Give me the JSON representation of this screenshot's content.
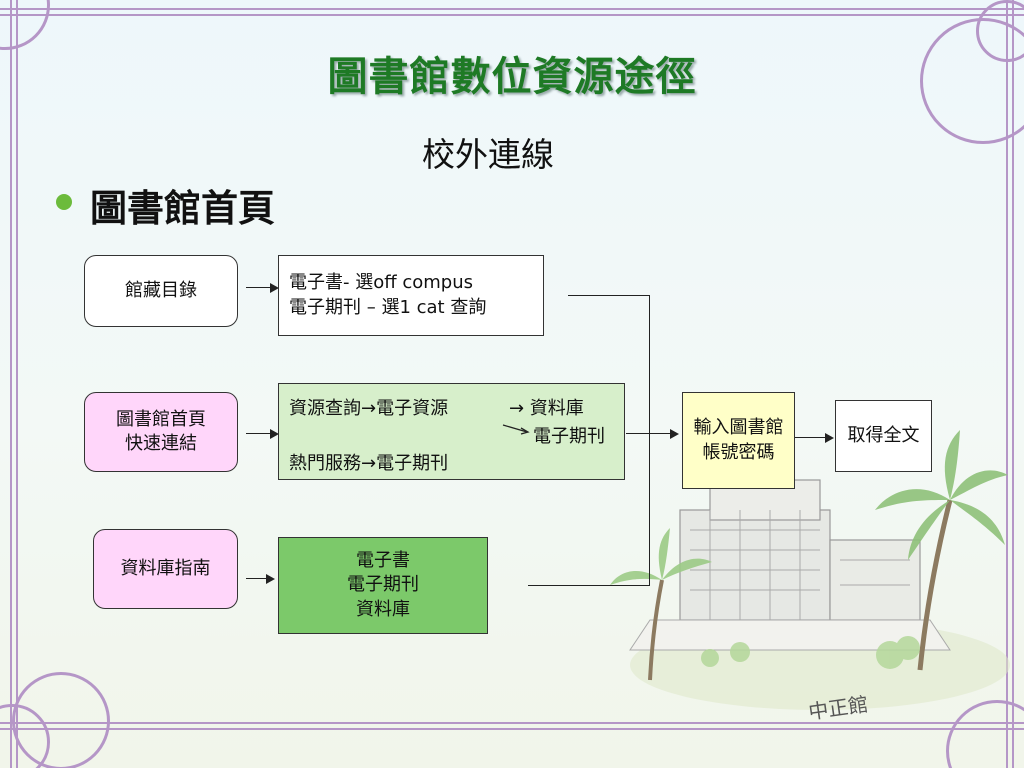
{
  "slide": {
    "title": "圖書館數位資源途徑",
    "subtitle": "校外連線",
    "bullet": "圖書館首頁"
  },
  "sources": {
    "catalog": "館藏目錄",
    "quick_links": [
      "圖書館首頁",
      "快速連結"
    ],
    "db_guide": "資料庫指南"
  },
  "middle": {
    "catalog_box": [
      "電子書- 選off compus",
      "電子期刊 – 選1 cat 查詢"
    ],
    "quick_box": {
      "line1_left": "資源查詢→電子資源",
      "line1_right": "→ 資料庫",
      "line2": "電子期刊",
      "line3": "熱門服務→電子期刊"
    },
    "guide_box": [
      "電子書",
      "電子期刊",
      "資料庫"
    ]
  },
  "login": [
    "輸入圖書館",
    "帳號密碼"
  ],
  "result": "取得全文",
  "image_caption": "中正館",
  "colors": {
    "title": "#1e7a25",
    "quick_source_fill": "#ffd6fa",
    "quick_box_fill": "#d7efcb",
    "guide_box_fill": "#7cc96a",
    "login_fill": "#ffffc8",
    "frame": "#b596c7",
    "bullet": "#6cbb3c"
  }
}
